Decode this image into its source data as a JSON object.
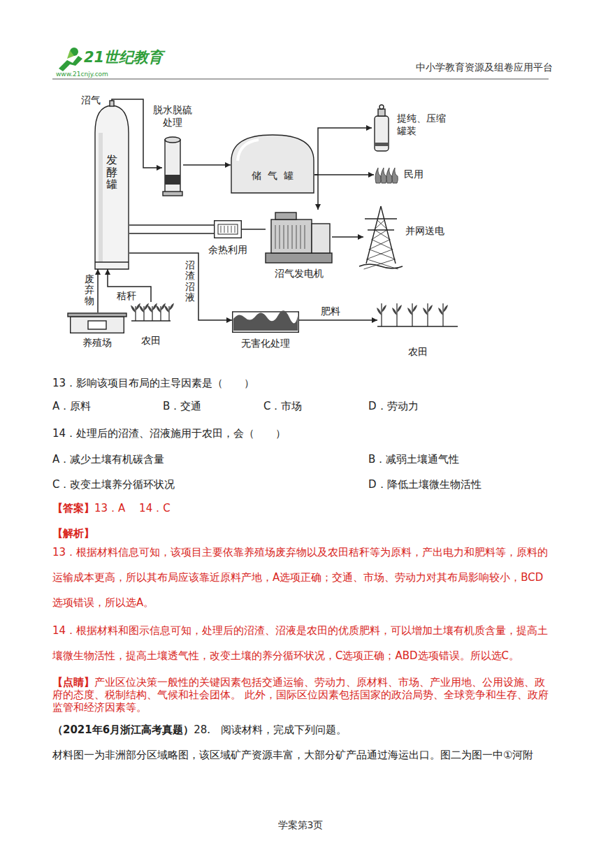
{
  "diagram": {
    "nodes": [
      {
        "text": [
          "发酵罐"
        ]
      },
      {
        "text": [
          "脱水脱硫 处理"
        ]
      },
      {
        "text": [
          "储气罐"
        ]
      },
      {
        "text": [
          "提纯、压缩 罐装"
        ]
      },
      {
        "text": [
          "民用"
        ]
      },
      {
        "text": [
          "余热利用"
        ]
      },
      {
        "text": [
          "沼气发电机"
        ]
      },
      {
        "text": [
          "并网送电"
        ]
      },
      {
        "text": [
          "养殖场"
        ]
      },
      {
        "text": [
          "农田"
        ]
      },
      {
        "text": [
          "无害化处理"
        ]
      },
      {
        "text": [
          "农田"
        ]
      }
    ],
    "edges": [
      {
        "from": 0,
        "to": 1,
        "arrow": "to"
      },
      {
        "from": 1,
        "to": 2,
        "arrow": "to"
      },
      {
        "from": 2,
        "to": 3,
        "arrow": "to"
      },
      {
        "from": 2,
        "to": 4,
        "arrow": "to"
      },
      {
        "from": 2,
        "to": 6,
        "arrow": "to"
      },
      {
        "from": 6,
        "to": 7,
        "arrow": "to"
      },
      {
        "from": 6,
        "to": 5,
        "arrow": "none"
      },
      {
        "from": 5,
        "to": 0,
        "arrow": "none"
      },
      {
        "from": 8,
        "to": 0,
        "label": "废弃物",
        "arrow": "to"
      },
      {
        "from": 9,
        "to": 0,
        "label": "秸秆",
        "arrow": "to"
      },
      {
        "from": 0,
        "to": 10,
        "label": "沼渣沼液",
        "arrow": "to"
      },
      {
        "from": 10,
        "to": 11,
        "label": "肥料",
        "arrow": "to"
      }
    ],
    "labels": [
      "21世纪教育",
      "www.21cnjy.com",
      "中小学教育资源及组卷应用平台",
      "沼气",
      "13．影响该项目布局的主导因素是（　　）",
      "A．原料",
      "B．交通",
      "C．市场",
      "D．劳动力",
      "14．处理后的沼渣、沼液施用于农田，会（　　）",
      "A．减少土壤有机碳含量",
      "B．减弱土壤通气性",
      "C．改变土壤养分循环状况",
      "D．降低土壤微生物活性",
      "【答案】",
      "13．A　 14．C",
      "【解析】",
      "13．根据材料信息可知，该项目主要依靠养殖场废弃物以及农田秸秆等为原料，产出电力和肥料等，原料的运输成本更高，所以其布局应该靠近原料产地，A选项正确；交通、市场、劳动力对其布局影响较小，BCD选项错误，所以选A。",
      "14．根据材料和图示信息可知，处理后的沼渣、沼液是农田的优质肥料，可以增加土壤有机质含量，提高土壤微生物活性，提高土壤透气性，改变土壤的养分循环状况，C选项正确；ABD选项错误。所以选C。",
      "【点睛】",
      "产业区位决策一般性的关键因素包括交通运输、劳动力、原材料、市场、产业用地、公用设施、政府的态度、税制结构、气候和社会团体。 此外，国际区位因素包括国家的政治局势、全球竞争和生存、政府监管和经济因素等。",
      "（2021年6月浙江高考真题）",
      "28.　阅读材料，完成下列问题。",
      "材料图一为非洲部分区域略图，该区域矿产资源丰富，大部分矿产品通过海运出口。图二为图一中①河附",
      "学案第3页"
    ]
  }
}
